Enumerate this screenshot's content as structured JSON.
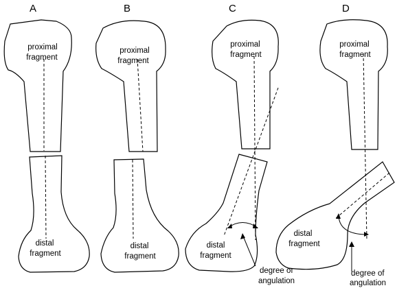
{
  "panels": [
    {
      "id": "A",
      "label": "A",
      "proximal": [
        "proximal",
        "fragment"
      ],
      "distal": [
        "distal",
        "fragment"
      ]
    },
    {
      "id": "B",
      "label": "B",
      "proximal": [
        "proximal",
        "fragment"
      ],
      "distal": [
        "distal",
        "fragment"
      ]
    },
    {
      "id": "C",
      "label": "C",
      "proximal": [
        "proximal",
        "fragment"
      ],
      "distal": [
        "distal",
        "fragment"
      ],
      "angle_label": [
        "degree of",
        "angulation"
      ]
    },
    {
      "id": "D",
      "label": "D",
      "proximal": [
        "proximal",
        "fragment"
      ],
      "distal": [
        "distal",
        "fragment"
      ],
      "angle_label": [
        "degree of",
        "angulation"
      ]
    }
  ]
}
